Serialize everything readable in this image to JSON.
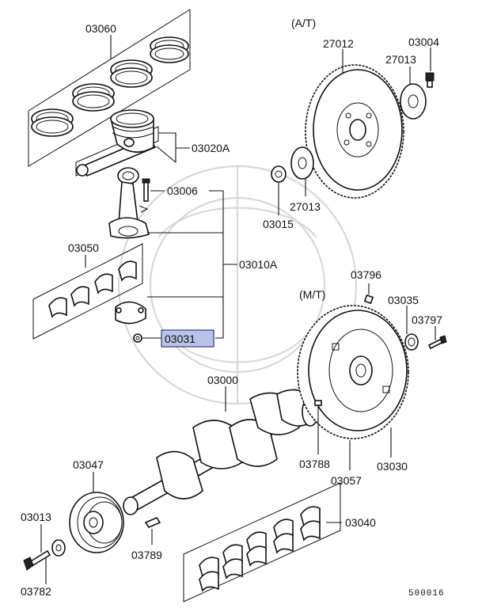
{
  "diagram": {
    "ref_code": "500016",
    "section_at": "(A/T)",
    "section_mt": "(M/T)",
    "parts": {
      "p03060": "03060",
      "p03020a": "03020A",
      "p03006": "03006",
      "p03050": "03050",
      "p03010a": "03010A",
      "p03031": "03031",
      "p03000": "03000",
      "p03047": "03047",
      "p03013": "03013",
      "p03782": "03782",
      "p03789": "03789",
      "p03040": "03040",
      "p03788": "03788",
      "p03057": "03057",
      "p03030": "03030",
      "p03796": "03796",
      "p03035": "03035",
      "p03797": "03797",
      "p27012": "27012",
      "p03004": "03004",
      "p27013_top": "27013",
      "p27013_bottom": "27013",
      "p03015": "03015"
    }
  },
  "colors": {
    "line": "#111111",
    "highlight_fill": "#b9c3e8",
    "highlight_border": "#2e3a8a",
    "watermark": "#d8d8d8"
  }
}
